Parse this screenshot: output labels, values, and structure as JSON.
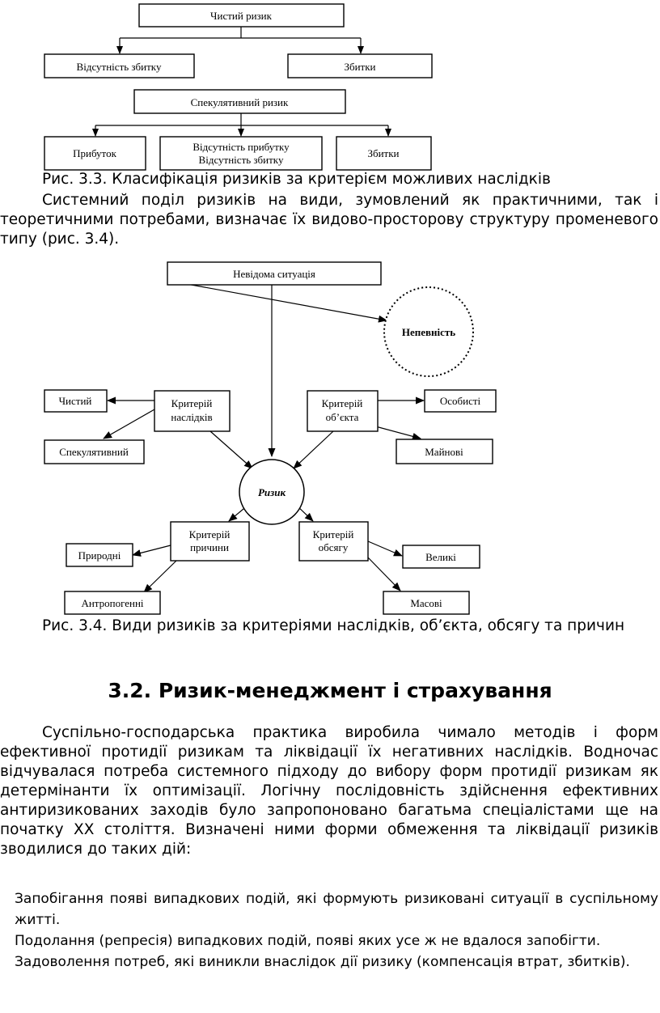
{
  "diagram1": {
    "top": "Чистий ризик",
    "left_leaf": "Відсутність збитку",
    "right_leaf": "Збитки",
    "spec": "Спекулятивний ризик",
    "spec_left": "Прибуток",
    "spec_mid_1": "Відсутність прибутку",
    "spec_mid_2": "Відсутність збитку",
    "spec_right": "Збитки"
  },
  "caption1": "Рис. 3.3. Класифікація ризиків за критерієм можливих наслідків",
  "para1": "Системний поділ ризиків на види, зумовлений як практичними, так і теоретичними потребами, визначає їх видово-просторову структуру променевого типу (рис. 3.4).",
  "diagram2": {
    "unknown": "Невідома ситуація",
    "uncertainty": "Непевність",
    "risk": "Ризик",
    "crit_conseq_1": "Критерій",
    "crit_conseq_2": "наслідків",
    "crit_object_1": "Критерій",
    "crit_object_2": "об’єкта",
    "crit_cause_1": "Критерій",
    "crit_cause_2": "причини",
    "crit_volume_1": "Критерій",
    "crit_volume_2": "обсягу",
    "pure": "Чистий",
    "speculative": "Спекулятивний",
    "personal": "Особисті",
    "property": "Майнові",
    "natural": "Природні",
    "anthropogenic": "Антропогенні",
    "large": "Великі",
    "mass": "Масові"
  },
  "caption2": "Рис. 3.4. Види ризиків за критеріями наслідків, об’єкта, обсягу та причин",
  "heading": "3.2. Ризик-менеджмент і страхування",
  "para2": "Суспільно-господарська практика виробила чимало методів і форм ефективної протидії ризикам та ліквідації їх негативних наслідків. Водночас відчувалася потреба системного підходу до вибору форм протидії ризикам як детермінанти їх оптимізації. Логічну послідовність здійснення ефективних антиризикованих заходів було запропоновано багатьма спеціалістами ще на початку XX століття. Визначені ними форми обмеження та ліквідації ризиків зводилися до таких дій:",
  "list": [
    "Запобігання появі випадкових подій, які формують ризиковані ситуації в суспільному житті.",
    "Подолання (репресія) випадкових подій, появі яких усе ж не вдалося запобігти.",
    "Задоволення потреб, які виникли внаслідок дії ризику (компенсація втрат, збитків)."
  ]
}
